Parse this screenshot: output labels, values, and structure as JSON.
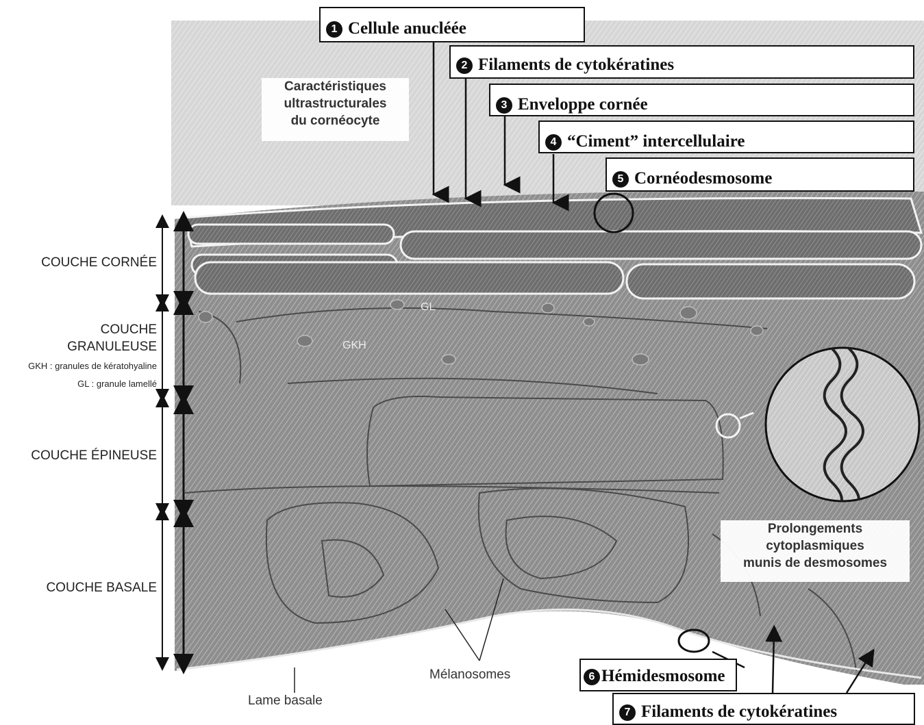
{
  "callouts": [
    {
      "num": "1",
      "label": "Cellule anucléée"
    },
    {
      "num": "2",
      "label": "Filaments de cytokératines"
    },
    {
      "num": "3",
      "label": "Enveloppe cornée"
    },
    {
      "num": "4",
      "label": "“Ciment” intercellulaire"
    },
    {
      "num": "5",
      "label": "Cornéodesmosome"
    },
    {
      "num": "6",
      "label": "Hémidesmosome"
    },
    {
      "num": "7",
      "label": "Filaments de cytokératines"
    }
  ],
  "note_top": [
    "Caractéristiques",
    "ultrastructurales",
    "du cornéocyte"
  ],
  "note_right": [
    "Prolongements",
    "cytoplasmiques",
    "munis de desmosomes"
  ],
  "layers": {
    "cornee": "COUCHE CORNÉE",
    "granuleuse_1": "COUCHE",
    "granuleuse_2": "GRANULEUSE",
    "granuleuse_legend_1": "GKH : granules de kératohyaline",
    "granuleuse_legend_2": "GL : granule lamellé",
    "epineuse": "COUCHE ÉPINEUSE",
    "basale": "COUCHE BASALE"
  },
  "micro": {
    "gl": "GL",
    "gkh": "GKH"
  },
  "melanosomes": "Mélanosomes",
  "lame_basale": "Lame basale",
  "colors": {
    "tissue": "#8c8c8c",
    "tissue_dark": "#6a6a6a",
    "membrane": "#f2f2f2",
    "ink": "#111111"
  }
}
